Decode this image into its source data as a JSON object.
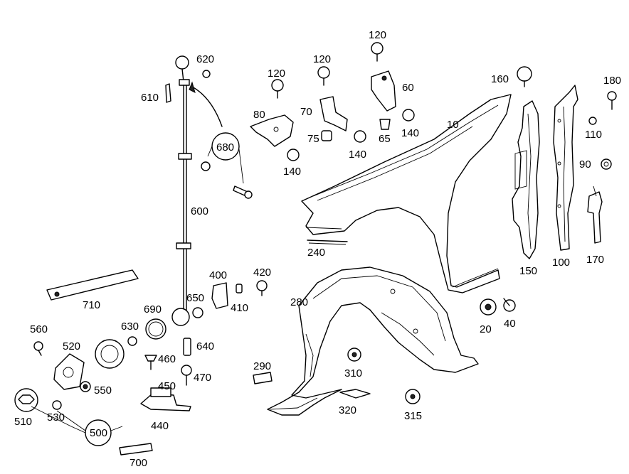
{
  "labels": {
    "p10": "10",
    "p20": "20",
    "p40": "40",
    "p60": "60",
    "p65": "65",
    "p70": "70",
    "p75": "75",
    "p80": "80",
    "p90": "90",
    "p100": "100",
    "p110": "110",
    "p120a": "120",
    "p120b": "120",
    "p120c": "120",
    "p140a": "140",
    "p140b": "140",
    "p140c": "140",
    "p150": "150",
    "p160": "160",
    "p170": "170",
    "p180": "180",
    "p240": "240",
    "p280": "280",
    "p290": "290",
    "p310": "310",
    "p315": "315",
    "p320": "320",
    "p400": "400",
    "p410": "410",
    "p420": "420",
    "p440": "440",
    "p450": "450",
    "p460": "460",
    "p470": "470",
    "p500": "500",
    "p510": "510",
    "p520": "520",
    "p530": "530",
    "p550": "550",
    "p560": "560",
    "p600": "600",
    "p610": "610",
    "p620": "620",
    "p630": "630",
    "p640": "640",
    "p650": "650",
    "p680": "680",
    "p690": "690",
    "p700": "700",
    "p710": "710"
  }
}
